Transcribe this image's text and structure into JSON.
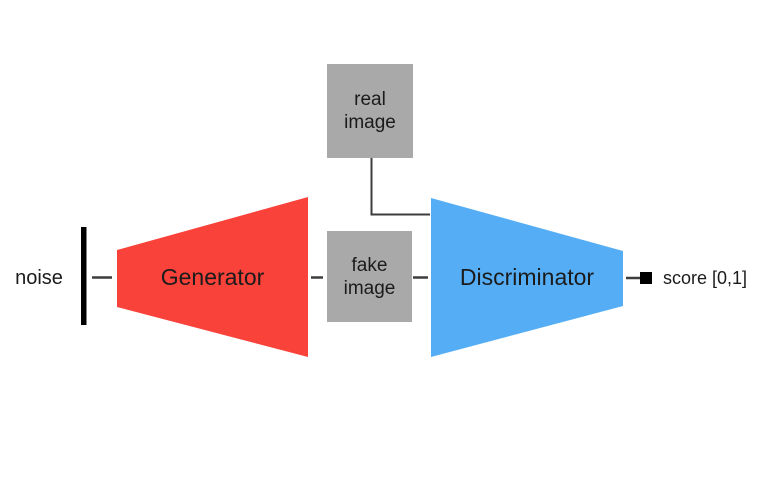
{
  "diagram": {
    "type": "architecture-flow",
    "topic": "GAN (generator-discriminator) diagram",
    "nodes": {
      "noise": {
        "label": "noise"
      },
      "generator": {
        "label": "Generator",
        "shape": "trapezoid-expanding-right"
      },
      "real_image": {
        "label": "real\nimage",
        "shape": "rect"
      },
      "fake_image": {
        "label": "fake\nimage",
        "shape": "rect"
      },
      "discriminator": {
        "label": "Discriminator",
        "shape": "trapezoid-narrowing-right"
      },
      "score": {
        "label": "score [0,1]",
        "marker": "filled-square"
      }
    },
    "edges": [
      {
        "from": "noise",
        "to": "generator"
      },
      {
        "from": "generator",
        "to": "fake_image"
      },
      {
        "from": "fake_image",
        "to": "discriminator"
      },
      {
        "from": "real_image",
        "to": "discriminator"
      },
      {
        "from": "discriminator",
        "to": "score"
      }
    ],
    "colors": {
      "generator_red": "#f9423a",
      "discriminator_blue": "#55aef5",
      "image_box_gray": "#a9a9a9",
      "connector_line": "#3d3d3d",
      "input_bar_black": "#000000",
      "score_marker_black": "#000000",
      "background": "#ffffff",
      "text": "#1b1b1b"
    }
  }
}
